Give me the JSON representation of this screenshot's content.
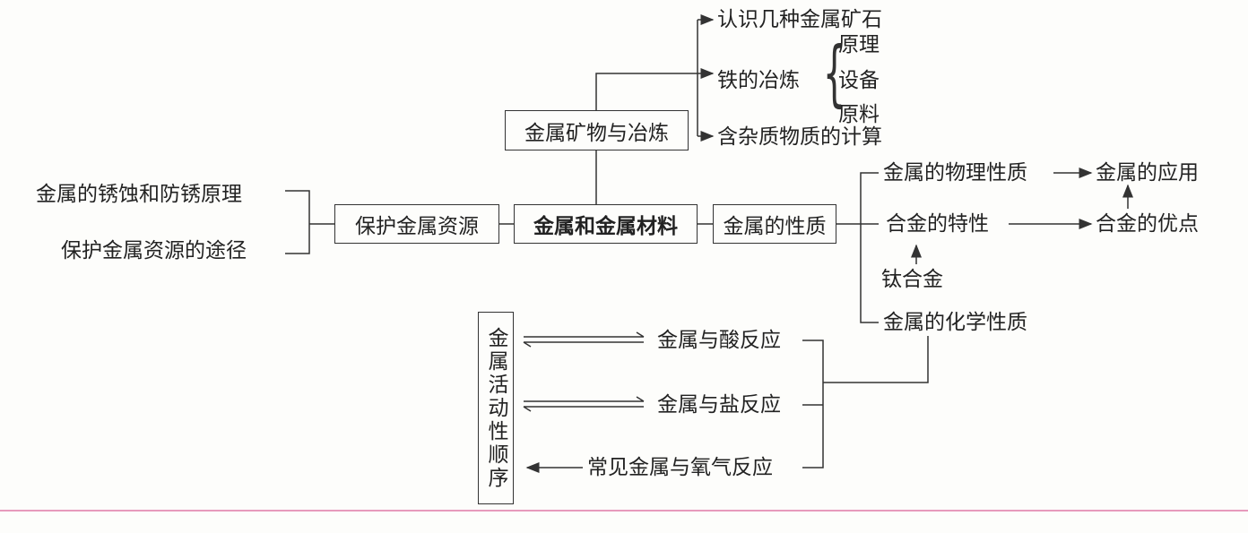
{
  "center": "金属和金属材料",
  "ores": {
    "box": "金属矿物与冶炼",
    "items": [
      "认识几种金属矿石",
      "铁的冶炼",
      "含杂质物质的计算"
    ],
    "iron_sub": [
      "原理",
      "设备",
      "原料"
    ]
  },
  "protect": {
    "box": "保护金属资源",
    "items": [
      "金属的锈蚀和防锈原理",
      "保护金属资源的途径"
    ]
  },
  "properties": {
    "box": "金属的性质",
    "physical": "金属的物理性质",
    "application": "金属的应用",
    "alloy_feature": "合金的特性",
    "alloy_advantage": "合金的优点",
    "titanium": "钛合金",
    "chemical": "金属的化学性质"
  },
  "activity": {
    "box": "金属活动性顺序",
    "reactions": [
      "金属与酸反应",
      "金属与盐反应",
      "常见金属与氧气反应"
    ]
  },
  "colors": {
    "line": "#333333",
    "rule": "#e07aa8"
  }
}
